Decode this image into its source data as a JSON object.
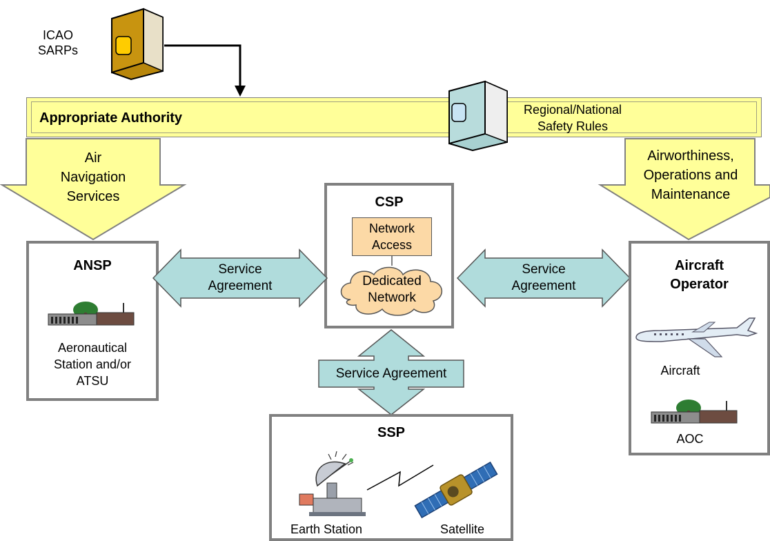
{
  "icao": {
    "line1": "ICAO",
    "line2": "SARPs"
  },
  "authority": {
    "label": "Appropriate Authority"
  },
  "regional": {
    "line1": "Regional/National",
    "line2": "Safety Rules"
  },
  "left_arrow": {
    "line1": "Air",
    "line2": "Navigation",
    "line3": "Services"
  },
  "right_arrow": {
    "line1": "Airworthiness,",
    "line2": "Operations and",
    "line3": "Maintenance"
  },
  "csp": {
    "title": "CSP",
    "network_access_1": "Network",
    "network_access_2": "Access",
    "dedicated_1": "Dedicated",
    "dedicated_2": "Network"
  },
  "ansp": {
    "title": "ANSP",
    "station_1": "Aeronautical",
    "station_2": "Station and/or",
    "station_3": "ATSU"
  },
  "aircraft_operator": {
    "title_1": "Aircraft",
    "title_2": "Operator",
    "aircraft": "Aircraft",
    "aoc": "AOC"
  },
  "agreements": {
    "left_1": "Service",
    "left_2": "Agreement",
    "right_1": "Service",
    "right_2": "Agreement",
    "bottom": "Service Agreement"
  },
  "ssp": {
    "title": "SSP",
    "earth_station": "Earth Station",
    "satellite": "Satellite"
  },
  "colors": {
    "yellow": "#ffff99",
    "teal": "#b0dcdc",
    "peach": "#fcd9a6",
    "gray_border": "#808080"
  }
}
